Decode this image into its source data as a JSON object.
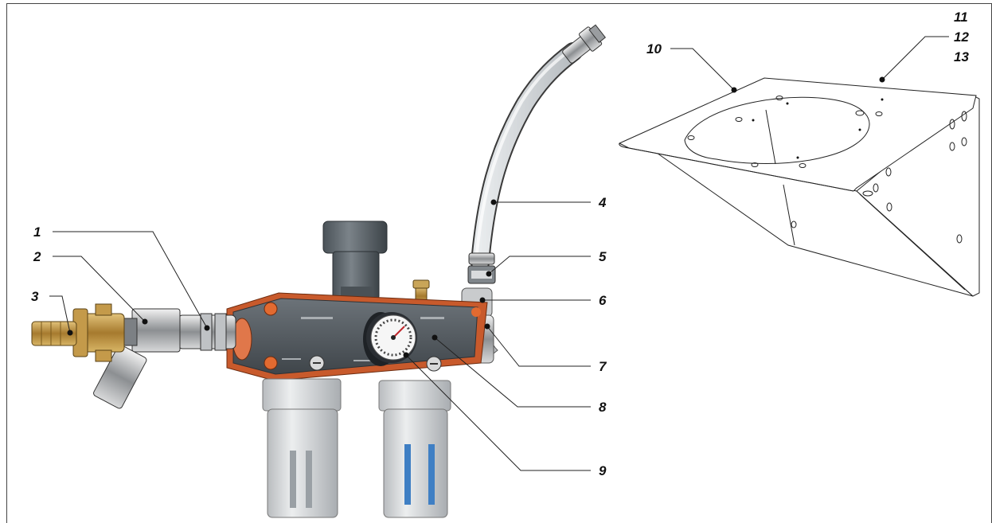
{
  "callouts": {
    "c1": "1",
    "c2": "2",
    "c3": "3",
    "c4": "4",
    "c5": "5",
    "c6": "6",
    "c7": "7",
    "c8": "8",
    "c9": "9",
    "c10": "10",
    "c11": "11",
    "c12": "12",
    "c13": "13"
  },
  "colors": {
    "orange_body": "#c85a2c",
    "grey_body": "#5f666c",
    "bowl_grey": "#d4d6d8",
    "brass": "#b68a3a",
    "sight_blue": "#3f7fc4"
  }
}
